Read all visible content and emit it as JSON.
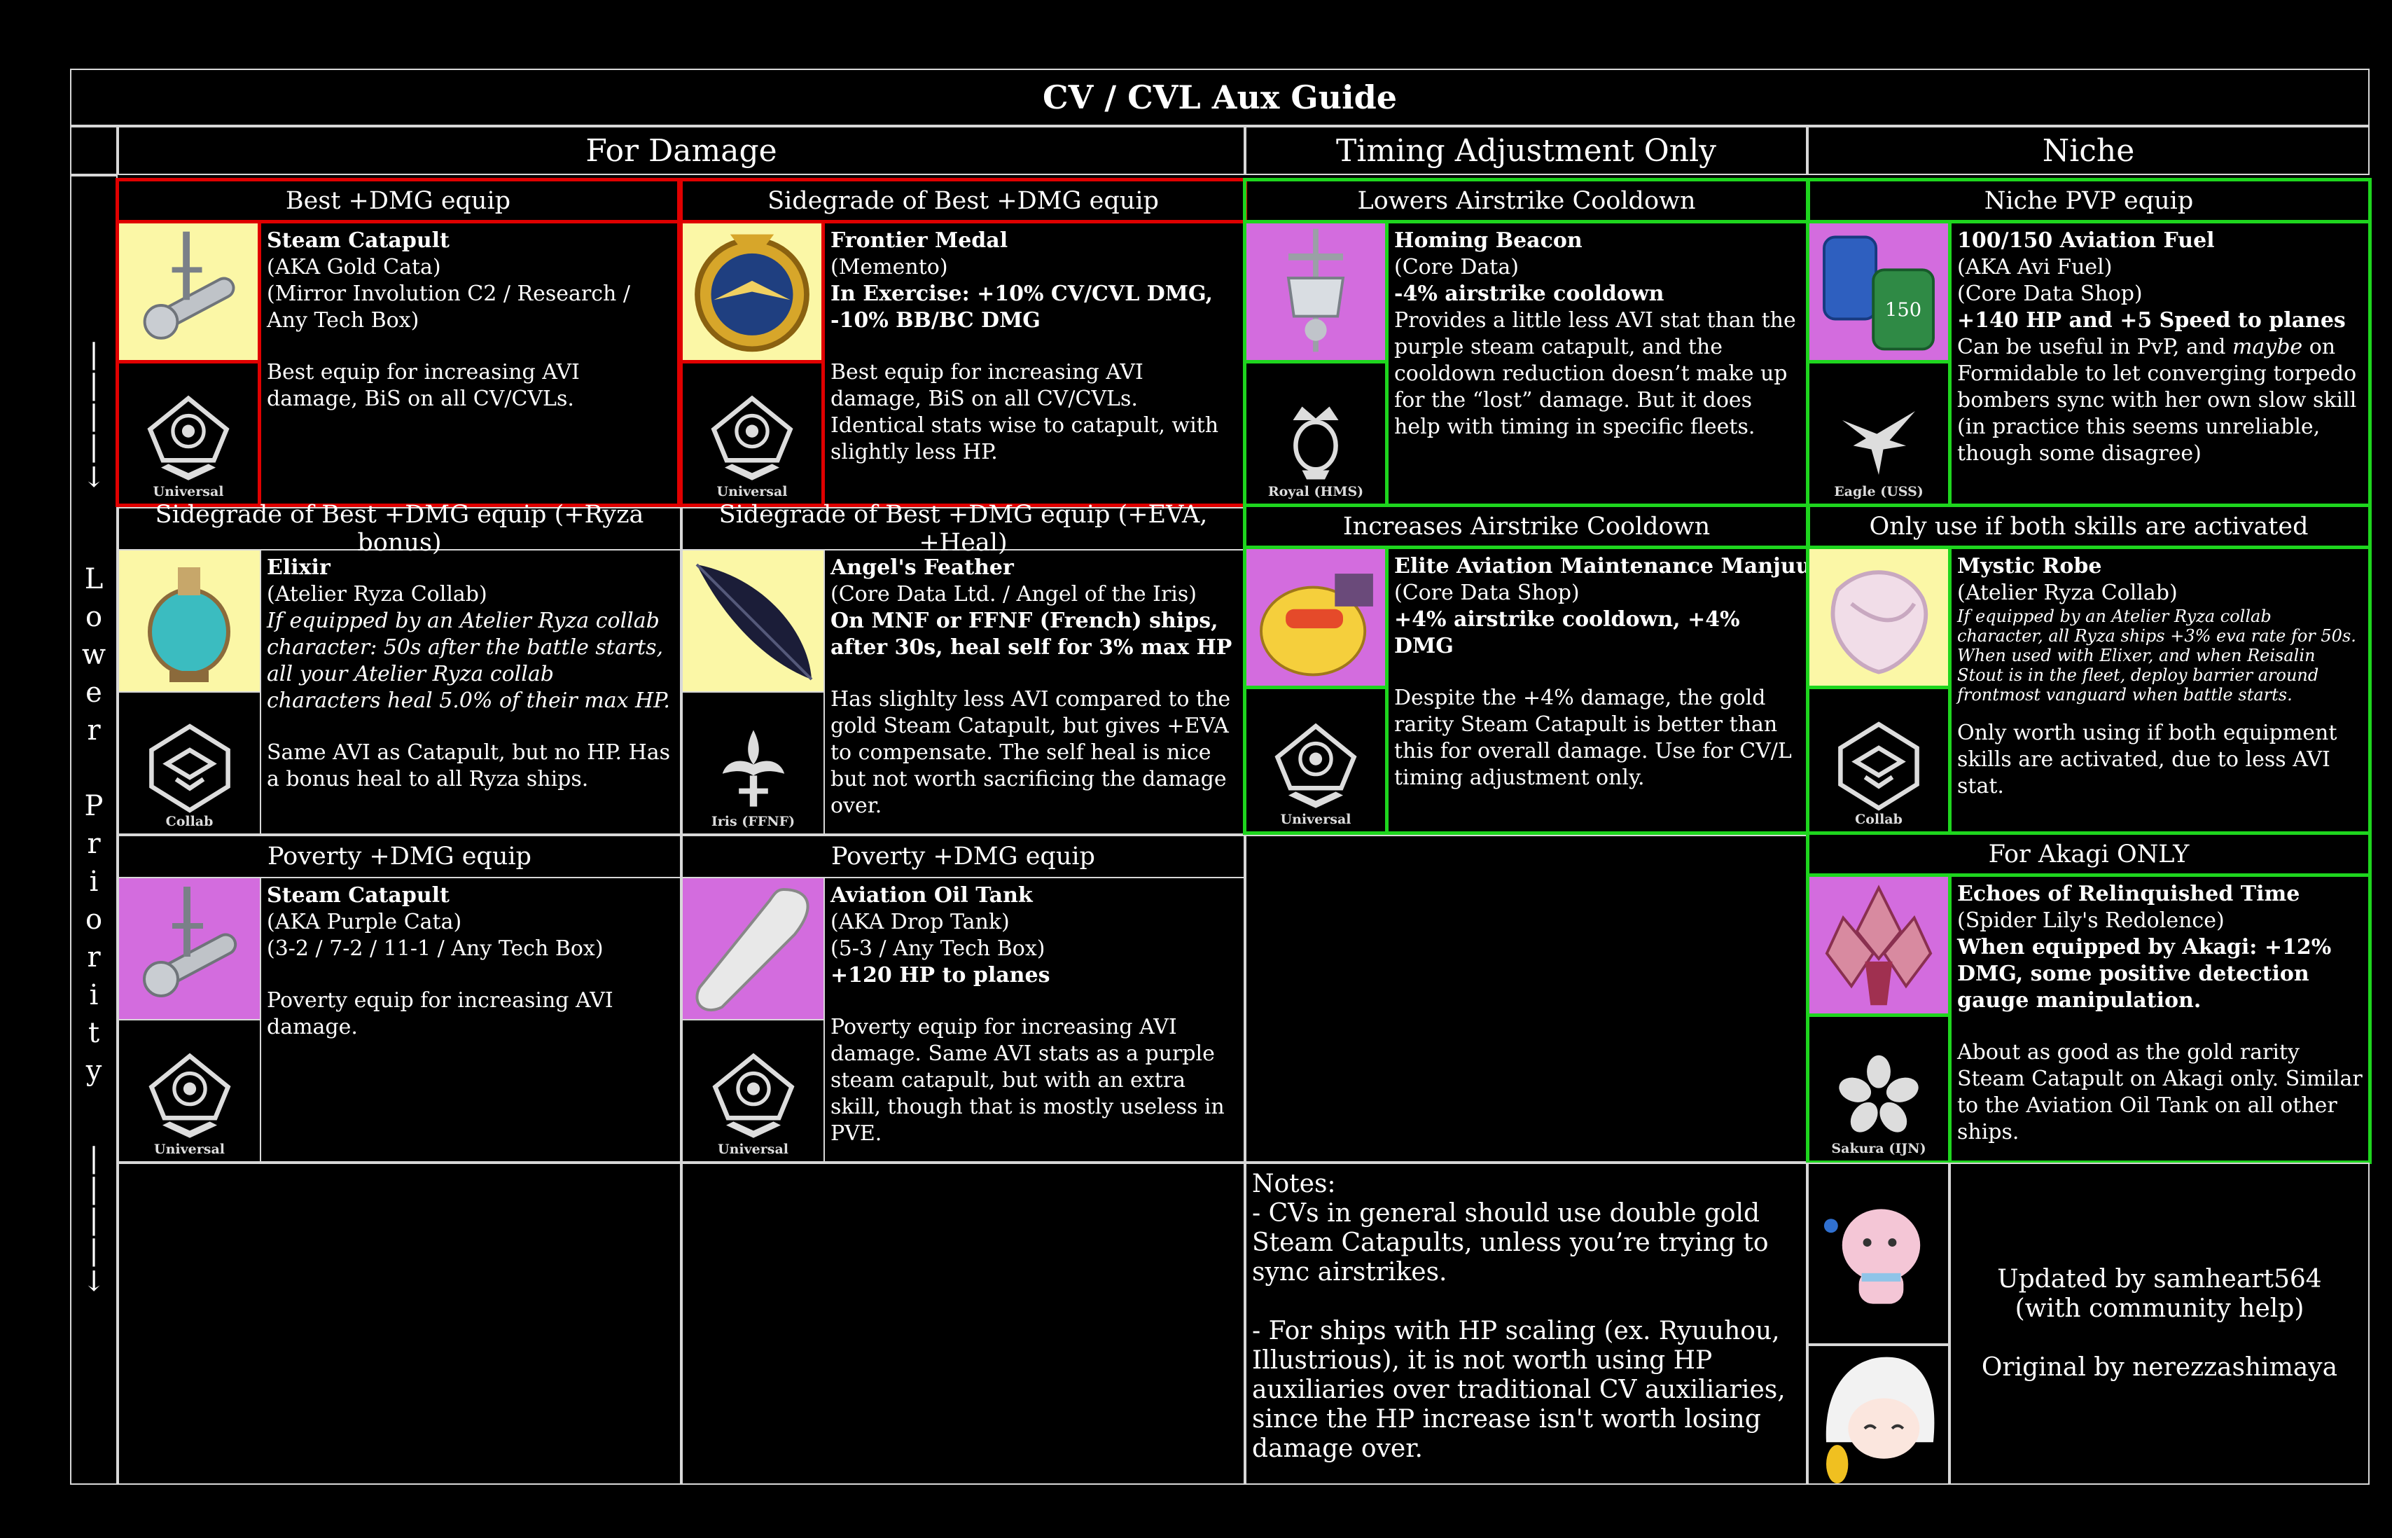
{
  "title": "CV / CVL Aux Guide",
  "sections": {
    "damage": "For Damage",
    "timing": "Timing Adjustment Only",
    "niche": "Niche"
  },
  "priority": {
    "top_arrow": "|\n|\n|\n|\n↓",
    "label": "L\no\nw\ne\nr\n\nP\nr\ni\no\nr\ni\nt\ny",
    "bottom_arrow": "|\n|\n|\n|\n↓"
  },
  "cells": {
    "best": {
      "header": "Best +DMG equip",
      "faction": "Universal",
      "name": "Steam Catapult",
      "aka": "(AKA Gold Cata)",
      "source": "(Mirror Involution C2 / Research / Any Tech Box)",
      "desc": "Best equip for increasing AVI damage, BiS on all CV/CVLs."
    },
    "side1": {
      "header": "Sidegrade of Best +DMG equip",
      "faction": "Universal",
      "name": "Frontier Medal",
      "aka": "(Memento)",
      "effect": "In Exercise: +10% CV/CVL DMG, -10% BB/BC DMG",
      "desc": "Best equip for increasing AVI damage, BiS on all CV/CVLs. Identical stats wise to catapult, with slightly less HP."
    },
    "beacon": {
      "header": "Lowers Airstrike Cooldown",
      "faction": "Royal (HMS)",
      "name": "Homing Beacon",
      "aka": "(Core Data)",
      "effect": "-4% airstrike cooldown",
      "desc": "Provides a little less AVI stat than the purple steam catapult, and the cooldown reduction doesn’t make up for the “lost” damage. But it does help with timing in specific fleets."
    },
    "fuel": {
      "header": "Niche PVP equip",
      "faction": "Eagle (USS)",
      "name": "100/150 Aviation Fuel",
      "aka": "(AKA Avi Fuel)",
      "source": "(Core Data Shop)",
      "effect": "+140 HP and +5 Speed to planes",
      "desc_a": "Can be useful in PvP, and ",
      "desc_i": "maybe",
      "desc_b": " on Formidable to let converging torpedo bombers sync with her own slow skill (in practice this seems unreliable, though some disagree)"
    },
    "elixir": {
      "header": "Sidegrade of Best +DMG equip (+Ryza bonus)",
      "faction": "Collab",
      "name": "Elixir",
      "aka": "(Atelier Ryza Collab)",
      "effect": "If equipped by an Atelier Ryza collab character: 50s after the battle starts, all your Atelier Ryza collab characters heal 5.0% of their max HP.",
      "desc": "Same AVI as Catapult, but no HP. Has a bonus heal to all Ryza ships."
    },
    "feather": {
      "header": "Sidegrade of Best +DMG equip (+EVA, +Heal)",
      "faction": "Iris (FFNF)",
      "name": "Angel's Feather",
      "aka": "(Core Data Ltd. / Angel of the Iris)",
      "effect": "On MNF or FFNF (French) ships, after 30s, heal self for 3% max HP",
      "desc": "Has slighlty less AVI compared to the gold Steam Catapult, but gives +EVA to compensate. The self heal is nice but not worth sacrificing the damage over."
    },
    "manjuu": {
      "header": "Increases Airstrike Cooldown",
      "faction": "Universal",
      "name": "Elite Aviation Maintenance Manjuu",
      "aka": "(Core Data Shop)",
      "effect": "+4% airstrike cooldown, +4% DMG",
      "desc": "Despite the +4% damage, the gold rarity Steam Catapult is better than this for overall damage. Use for CV/L timing adjustment only."
    },
    "robe": {
      "header": "Only use if both skills are activated",
      "faction": "Collab",
      "name": "Mystic Robe",
      "aka": "(Atelier Ryza Collab)",
      "effect": "If equipped by an Atelier Ryza collab character, all Ryza ships +3% eva rate for 50s. When used with Elixer, and when Reisalin Stout is in the fleet, deploy barrier around frontmost vanguard when battle starts.",
      "desc": "Only worth using if both equipment skills are activated, due to less AVI stat."
    },
    "pcata": {
      "header": "Poverty +DMG equip",
      "faction": "Universal",
      "name": "Steam Catapult",
      "aka": "(AKA Purple Cata)",
      "source": "(3-2 / 7-2 / 11-1 / Any Tech Box)",
      "desc": "Poverty equip for increasing AVI damage."
    },
    "tank": {
      "header": "Poverty +DMG equip",
      "faction": "Universal",
      "name": "Aviation Oil Tank",
      "aka": "(AKA Drop Tank)",
      "source": "(5-3 / Any Tech Box)",
      "effect": "+120 HP to planes",
      "desc": "Poverty equip for increasing AVI damage. Same AVI stats as a purple steam catapult, but with an extra skill, though that is mostly useless in PVE."
    },
    "echoes": {
      "header": "For Akagi ONLY",
      "faction": "Sakura (IJN)",
      "name": "Echoes of Relinquished Time",
      "aka": "(Spider Lily's Redolence)",
      "effect": "When equipped by Akagi: +12% DMG, some positive detection gauge manipulation.",
      "desc": "About as good as the gold rarity Steam Catapult on Akagi only. Similar to the Aviation Oil Tank on all other ships."
    }
  },
  "notes": {
    "heading": "Notes:",
    "n1": "- CVs in general should use double gold Steam Catapults, unless you’re trying to sync airstrikes.",
    "n2": "- For ships with HP scaling (ex. Ryuuhou, Illustrious), it is not worth using HP auxiliaries over traditional CV auxiliaries, since the HP increase isn't worth losing damage over."
  },
  "credits": {
    "updated": "Updated by samheart564",
    "help": "(with community help)",
    "original": "Original by nerezzashimaya"
  },
  "colors": {
    "red_border": "#e00000",
    "green_border": "#1ed51e",
    "gold_bg": "#fbf7a6",
    "purple_bg": "#d36cde"
  }
}
